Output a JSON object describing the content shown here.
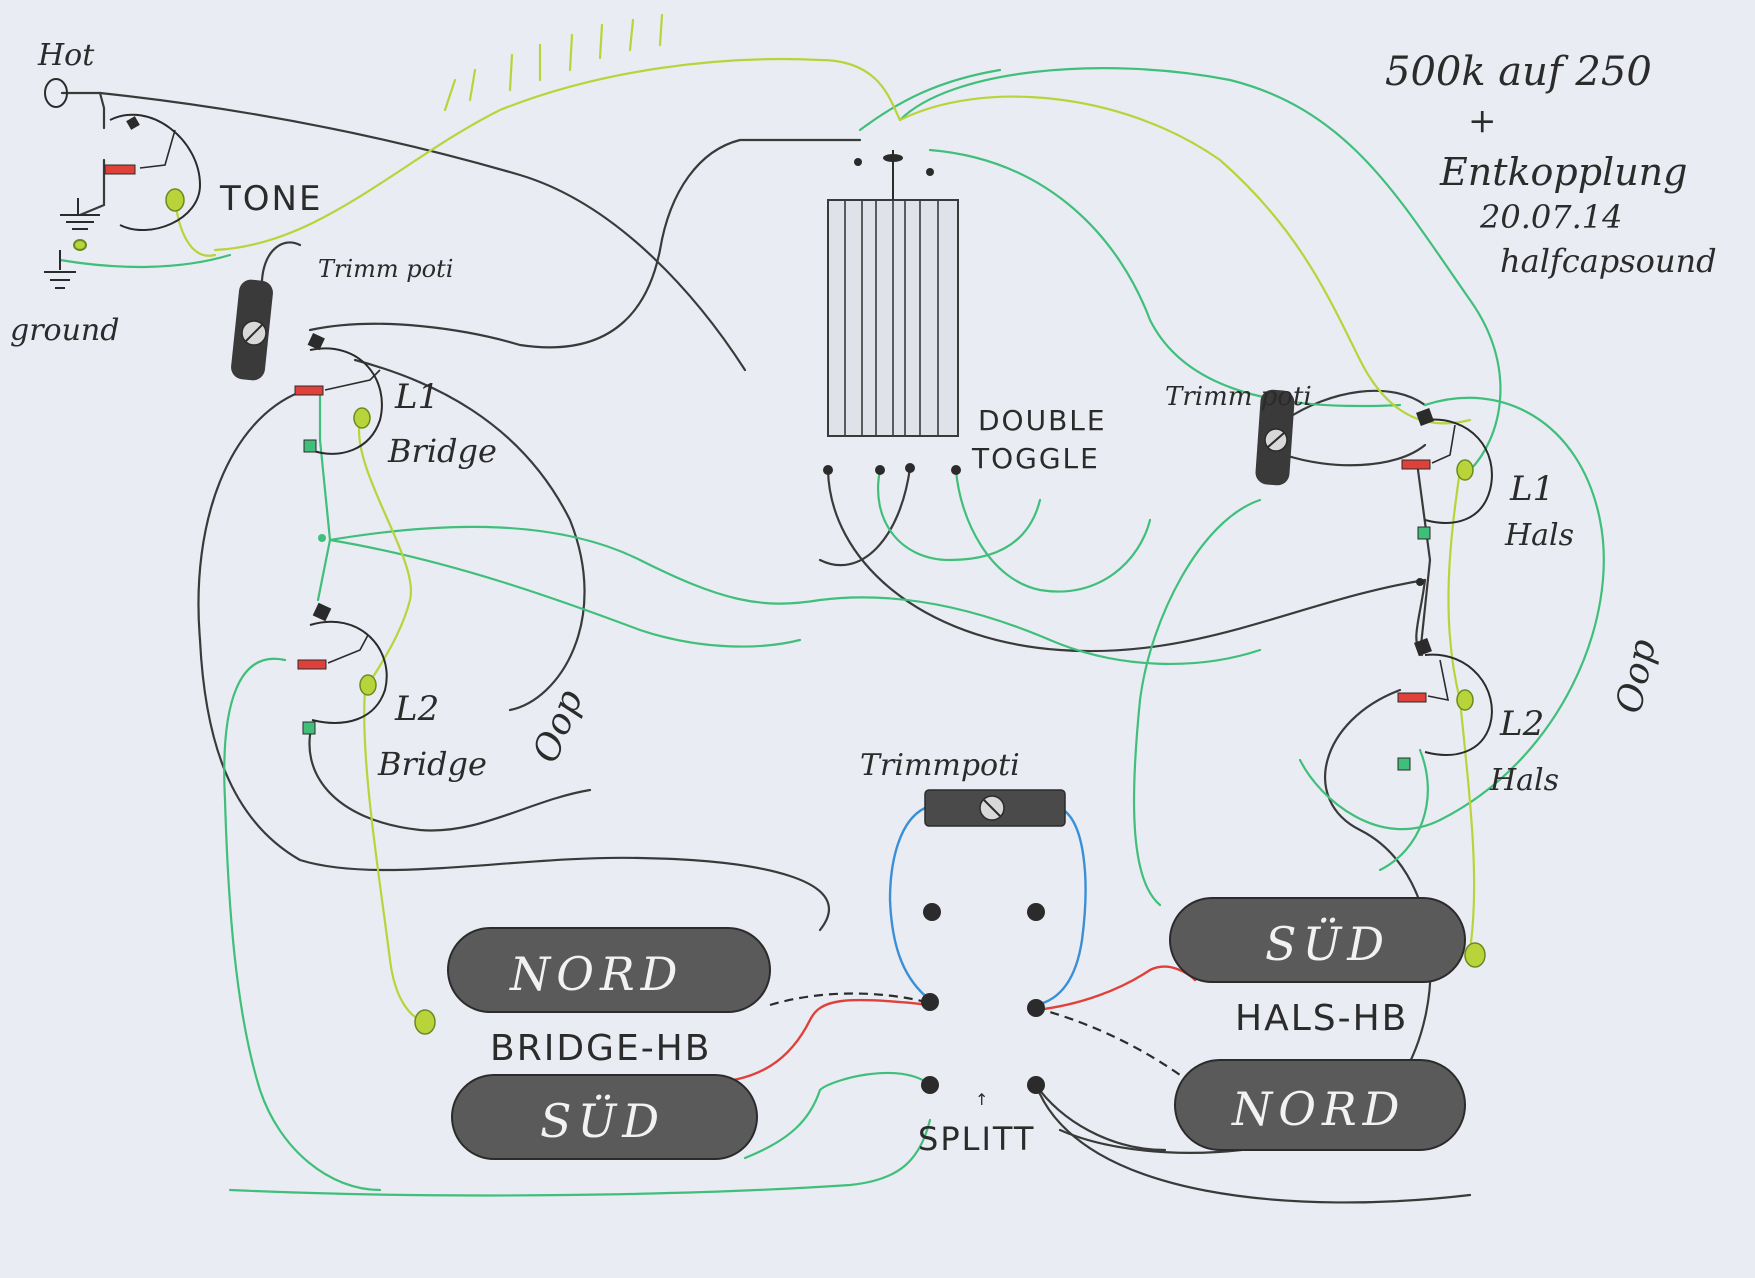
{
  "labels": {
    "hot": "Hot",
    "ground": "ground",
    "tone": "TONE",
    "trimm_poti_top": "Trimm poti",
    "trimm_poti_right": "Trimm poti",
    "trimm_poti_bottom": "Trimmpoti",
    "double_toggle_line1": "DOUBLE",
    "double_toggle_line2": "TOGGLE",
    "l1_bridge_line1": "L1",
    "l1_bridge_line2": "Bridge",
    "l2_bridge_line1": "L2",
    "l2_bridge_line2": "Bridge",
    "l1_hals_line1": "L1",
    "l1_hals_line2": "Hals",
    "l2_hals_line1": "L2",
    "l2_hals_line2": "Hals",
    "oop_left": "Oop",
    "oop_right": "Oop",
    "splitt": "SPLITT",
    "bridge_hb": "BRIDGE-HB",
    "hals_hb": "HALS-HB"
  },
  "pickups": {
    "bridge_top": "NORD",
    "bridge_bottom": "SÜD",
    "neck_top": "SÜD",
    "neck_bottom": "NORD"
  },
  "note": {
    "line1": "500k auf 250",
    "line2": "+",
    "line3": "Entkopplung",
    "line4": "20.07.14",
    "line5": "halfcapsound"
  },
  "colors": {
    "paper": "#e9ecf2",
    "black_wire": "#3a3a3a",
    "green_wire": "#3fbf7a",
    "yellow_wire": "#b8d43a",
    "red_wire": "#e0403a",
    "blue_wire": "#3b8fd6",
    "pickup_fill": "#5a5a5a"
  }
}
